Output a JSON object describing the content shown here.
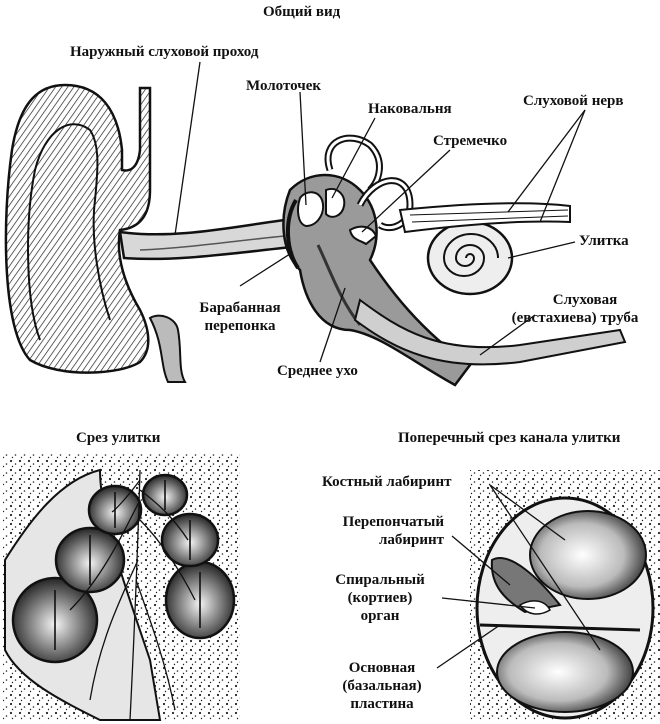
{
  "general_view": {
    "title": "Общий вид",
    "labels": {
      "ear_canal": "Наружный слуховой проход",
      "malleus": "Молоточек",
      "incus": "Наковальня",
      "stapes": "Стремечко",
      "auditory_nerve": "Слуховой нерв",
      "cochlea": "Улитка",
      "eustachian_tube_line1": "Слуховая",
      "eustachian_tube_line2": "(евстахиева) труба",
      "eardrum_line1": "Барабанная",
      "eardrum_line2": "перепонка",
      "middle_ear": "Среднее ухо"
    }
  },
  "cochlea_section": {
    "title": "Срез улитки"
  },
  "canal_cross_section": {
    "title": "Поперечный срез канала улитки",
    "labels": {
      "bony_labyrinth": "Костный лабиринт",
      "membranous_line1": "Перепончатый",
      "membranous_line2": "лабиринт",
      "organ_line1": "Спиральный",
      "organ_line2": "(кортиев)",
      "organ_line3": "орган",
      "basilar_line1": "Основная",
      "basilar_line2": "(базальная)",
      "basilar_line3": "пластина"
    }
  }
}
